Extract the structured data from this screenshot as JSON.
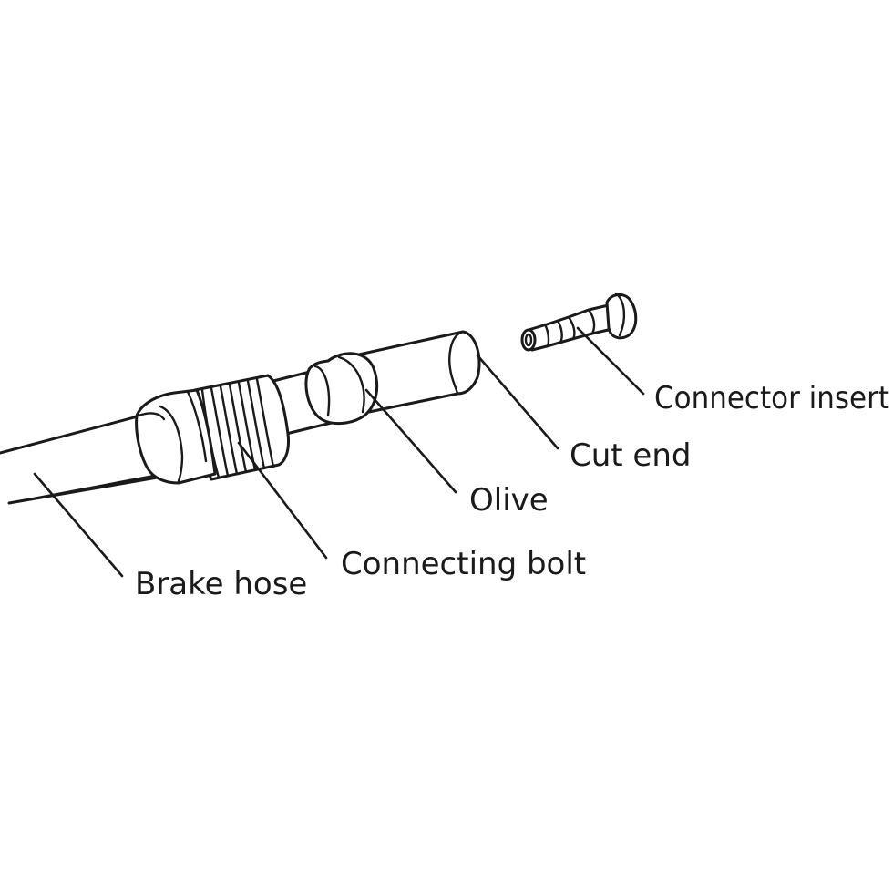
{
  "labels": {
    "brake_hose": "Brake hose",
    "connecting_bolt": "Connecting bolt",
    "olive": "Olive",
    "cut_end": "Cut end",
    "connector_insert": "Connector insert"
  },
  "colors": {
    "line": "#1a1a1a",
    "background": "#ffffff"
  }
}
